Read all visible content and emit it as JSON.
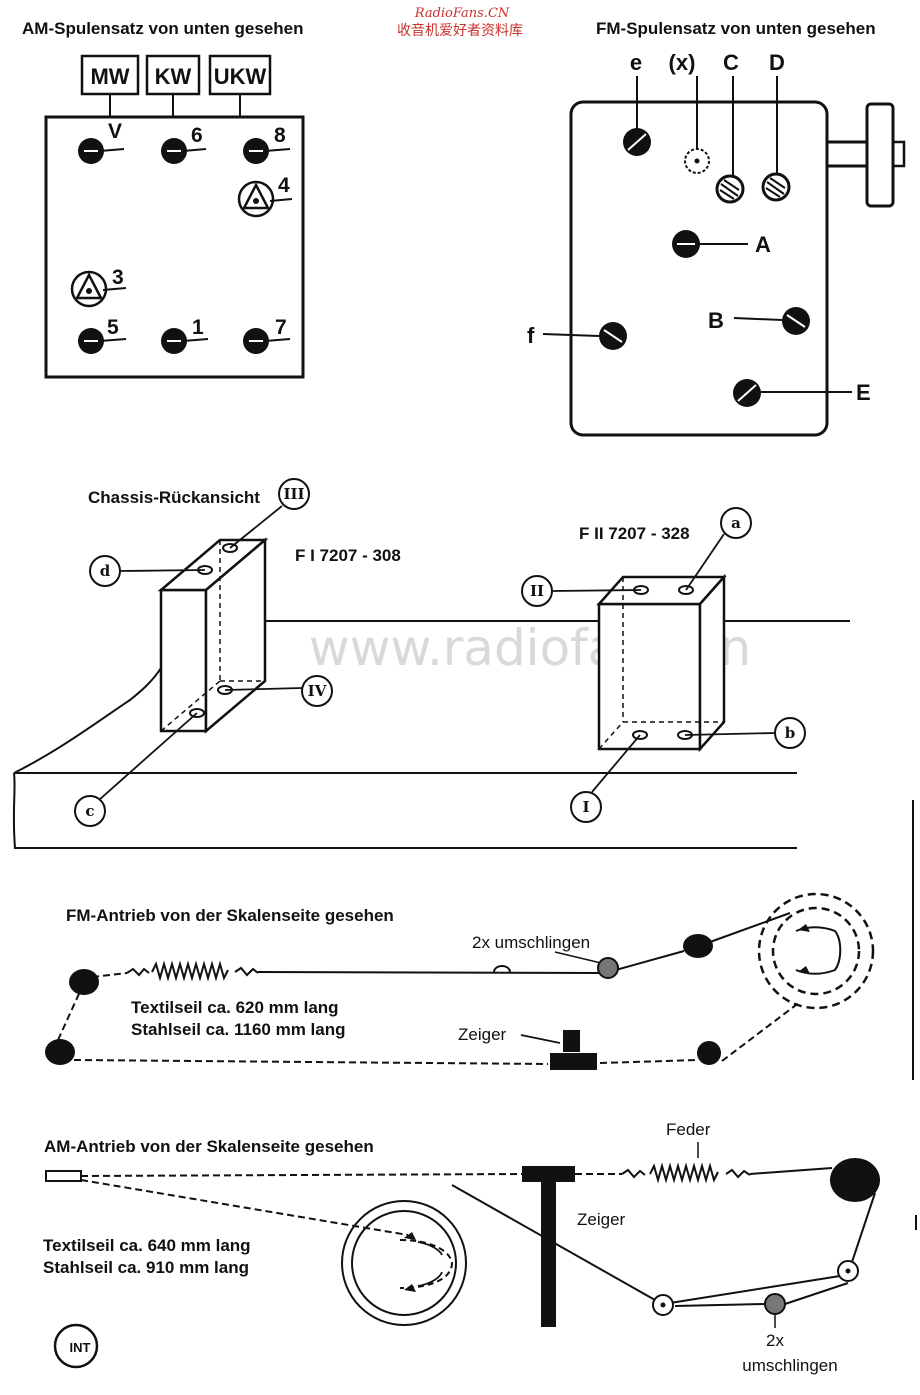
{
  "header": {
    "site": "RadioFans.CN",
    "site_subtitle": "收音机爱好者资料库"
  },
  "watermark": "www.radiofans.cn",
  "am_coil": {
    "title": "AM-Spulensatz von unten gesehen",
    "bands": [
      "MW",
      "KW",
      "UKW"
    ],
    "pins": [
      "V",
      "6",
      "8",
      "4",
      "3",
      "5",
      "1",
      "7"
    ]
  },
  "fm_coil": {
    "title": "FM-Spulensatz von unten gesehen",
    "top_labels": [
      "e",
      "(x)",
      "C",
      "D"
    ],
    "labels": [
      "A",
      "B",
      "E",
      "f"
    ]
  },
  "chassis": {
    "title": "Chassis-Rückansicht",
    "filter1": "F I 7207 - 308",
    "filter2": "F II 7207 - 328",
    "markers": [
      "III",
      "d",
      "IV",
      "c",
      "II",
      "a",
      "b",
      "I"
    ]
  },
  "fm_drive": {
    "title": "FM-Antrieb von der Skalenseite gesehen",
    "wrap": "2x umschlingen",
    "cord1": "Textilseil ca. 620 mm lang",
    "cord2": "Stahlseil ca. 1160 mm lang",
    "pointer": "Zeiger"
  },
  "am_drive": {
    "title": "AM-Antrieb von der Skalenseite gesehen",
    "spring": "Feder",
    "pointer": "Zeiger",
    "cord1": "Textilseil ca. 640 mm lang",
    "cord2": "Stahlseil ca. 910 mm lang",
    "wrap1": "2x",
    "wrap2": "umschlingen"
  },
  "logo": "INT"
}
